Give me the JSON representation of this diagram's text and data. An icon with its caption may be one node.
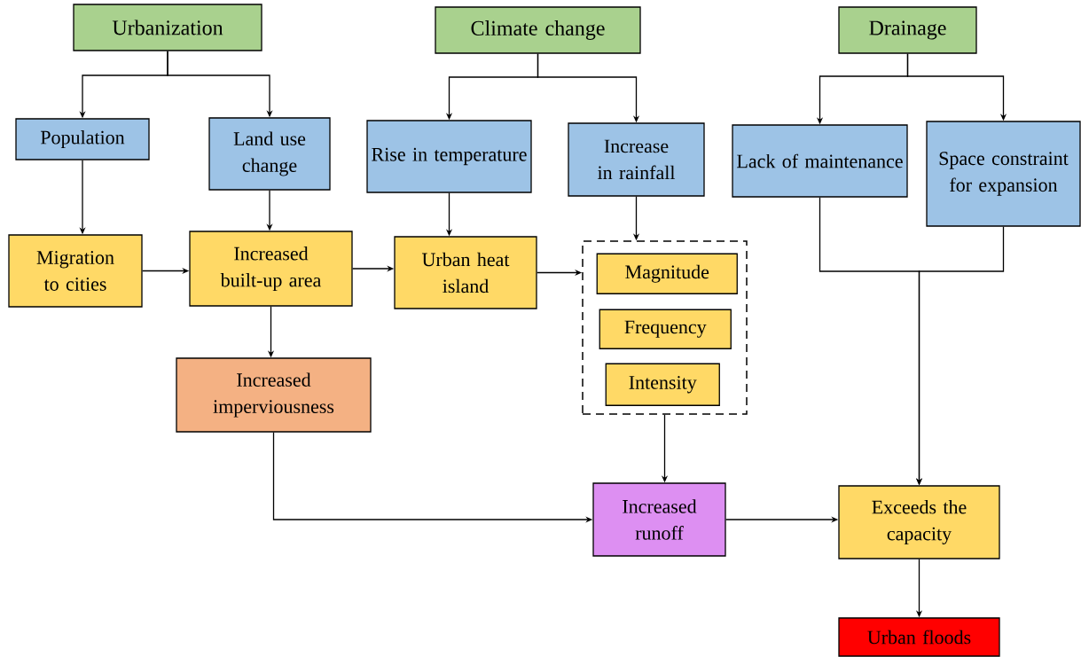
{
  "diagram": {
    "nodes": [
      {
        "text": [
          "Urbanization"
        ]
      },
      {
        "text": [
          "Climate change"
        ]
      },
      {
        "text": [
          "Drainage"
        ]
      },
      {
        "text": [
          "Population"
        ]
      },
      {
        "text": [
          "Land use change"
        ]
      },
      {
        "text": [
          "Rise in temperature"
        ]
      },
      {
        "text": [
          "Increase in rainfall"
        ]
      },
      {
        "text": [
          "Lack of maintenance"
        ]
      },
      {
        "text": [
          "Space constraint for expansion"
        ]
      },
      {
        "text": [
          "Migration to cities"
        ]
      },
      {
        "text": [
          "Increased built-up area"
        ]
      },
      {
        "text": [
          "Urban heat island"
        ]
      },
      {
        "text": [],
        "shape": "box"
      },
      {
        "text": [
          "Magnitude"
        ],
        "in": 12
      },
      {
        "text": [
          "Frequency"
        ],
        "in": 12
      },
      {
        "text": [
          "Intensity"
        ],
        "in": 12
      },
      {
        "text": [
          "Increased imperviousness"
        ]
      },
      {
        "text": [
          "Increased runoff"
        ]
      },
      {
        "text": [
          "Exceeds the capacity"
        ]
      },
      {
        "text": [
          "Urban floods"
        ]
      }
    ],
    "edges": [
      {
        "from": 0,
        "to": 3,
        "arrow": "to"
      },
      {
        "from": 0,
        "to": 4,
        "arrow": "to"
      },
      {
        "from": 1,
        "to": 5,
        "arrow": "to"
      },
      {
        "from": 1,
        "to": 6,
        "arrow": "to"
      },
      {
        "from": 2,
        "to": 7,
        "arrow": "to"
      },
      {
        "from": 2,
        "to": 8,
        "arrow": "to"
      },
      {
        "from": 3,
        "to": 9,
        "arrow": "to"
      },
      {
        "from": 4,
        "to": 10,
        "arrow": "to"
      },
      {
        "from": 5,
        "to": 11,
        "arrow": "to"
      },
      {
        "from": 6,
        "to": 12,
        "arrow": "to"
      },
      {
        "from": 9,
        "to": 10,
        "arrow": "to"
      },
      {
        "from": 10,
        "to": 11,
        "arrow": "to"
      },
      {
        "from": 11,
        "to": 12,
        "arrow": "to"
      },
      {
        "from": 10,
        "to": 16,
        "arrow": "to"
      },
      {
        "from": 16,
        "to": 17,
        "arrow": "to"
      },
      {
        "from": 12,
        "to": 17,
        "arrow": "to"
      },
      {
        "from": 7,
        "to": 18,
        "arrow": "to"
      },
      {
        "from": 8,
        "to": 18,
        "arrow": "to"
      },
      {
        "from": 17,
        "to": 18,
        "arrow": "to"
      },
      {
        "from": 18,
        "to": 19,
        "arrow": "to"
      }
    ]
  }
}
